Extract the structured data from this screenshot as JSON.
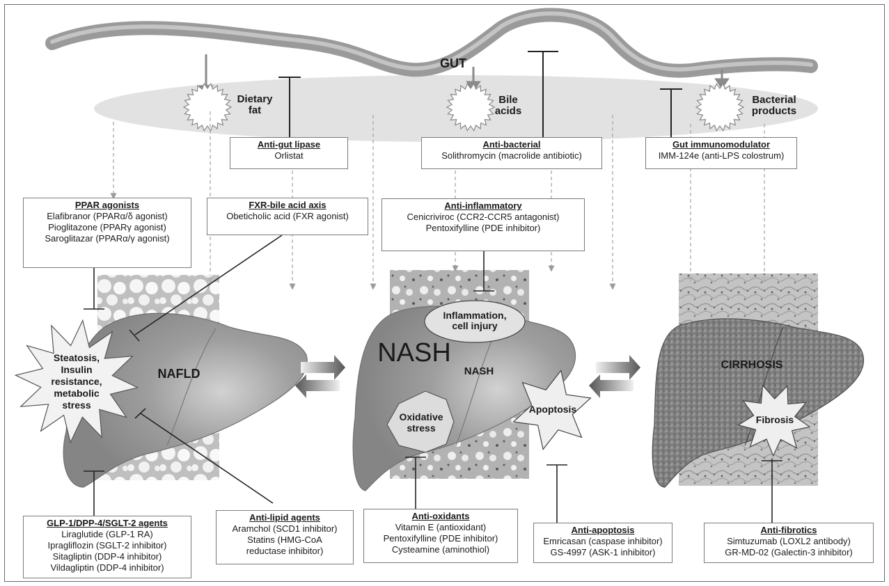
{
  "gut": {
    "title": "GUT",
    "factors": [
      "Dietary fat",
      "Bile acids",
      "Bacterial products"
    ]
  },
  "stages": {
    "nafld": "NAFLD",
    "nash_big": "NASH",
    "nash_small": "NASH",
    "cirrhosis": "CIRRHOSIS"
  },
  "processes": {
    "steatosis": [
      "Steatosis,",
      "Insulin",
      "resistance,",
      "metabolic",
      "stress"
    ],
    "inflammation": [
      "Inflammation,",
      "cell injury"
    ],
    "oxidative": [
      "Oxidative",
      "stress"
    ],
    "apoptosis": "Apoptosis",
    "fibrosis": "Fibrosis"
  },
  "boxes": {
    "anti_gut_lipase": {
      "title": "Anti-gut lipase",
      "items": [
        "Orlistat"
      ]
    },
    "anti_bacterial": {
      "title": "Anti-bacterial",
      "items": [
        "Solithromycin (macrolide antibiotic)"
      ]
    },
    "gut_immunomodulator": {
      "title": "Gut immunomodulator",
      "items": [
        "IMM-124e (anti-LPS colostrum)"
      ]
    },
    "ppar": {
      "title": "PPAR agonists",
      "items": [
        "Elafibranor (PPARα/δ agonist)",
        "Pioglitazone (PPARγ agonist)",
        "Saroglitazar (PPARα/γ agonist)"
      ]
    },
    "fxr": {
      "title": "FXR-bile acid axis",
      "items": [
        "Obeticholic acid (FXR agonist)"
      ]
    },
    "anti_inflammatory": {
      "title": "Anti-inflammatory",
      "items": [
        "Cenicriviroc (CCR2-CCR5 antagonist)",
        "Pentoxifylline (PDE inhibitor)"
      ]
    },
    "glp1": {
      "title": "GLP-1/DPP-4/SGLT-2 agents",
      "items": [
        "Liraglutide (GLP-1 RA)",
        "Ipragliflozin (SGLT-2 inhibitor)",
        "Sitagliptin (DDP-4 inhibitor)",
        "Vildagliptin (DDP-4 inhibitor)"
      ]
    },
    "anti_lipid": {
      "title": "Anti-lipid agents",
      "items": [
        "Aramchol (SCD1 inhibitor)",
        "Statins (HMG-CoA",
        "reductase inhibitor)"
      ]
    },
    "anti_oxidants": {
      "title": "Anti-oxidants",
      "items": [
        "Vitamin E (antioxidant)",
        "Pentoxifylline (PDE inhibitor)",
        "Cysteamine (aminothiol)"
      ]
    },
    "anti_apoptosis": {
      "title": "Anti-apoptosis",
      "items": [
        "Emricasan (caspase inhibitor)",
        "GS-4997 (ASK-1 inhibitor)"
      ]
    },
    "anti_fibrotics": {
      "title": "Anti-fibrotics",
      "items": [
        "Simtuzumab (LOXL2 antibody)",
        "GR-MD-02 (Galectin-3 inhibitor)"
      ]
    }
  },
  "colors": {
    "liver": "#8f8f8f",
    "gut_tube": "#a9a9a9",
    "gut_band": "#e2e2e2",
    "tissue": "#d9d9d9",
    "arrow": "#777777"
  }
}
